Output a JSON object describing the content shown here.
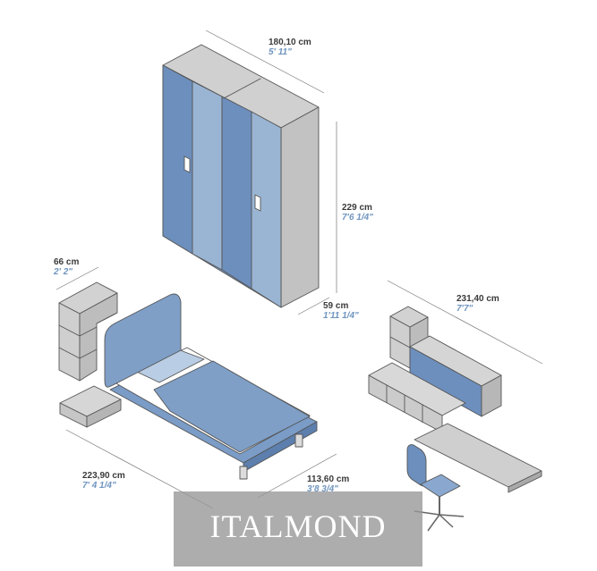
{
  "dimensions": {
    "wardrobe_width": {
      "metric": "180,10 cm",
      "imperial": "5' 11\""
    },
    "wardrobe_height": {
      "metric": "229 cm",
      "imperial": "7'6 1/4\""
    },
    "wardrobe_depth": {
      "metric": "59 cm",
      "imperial": "1'11 1/4\""
    },
    "shelf_width": {
      "metric": "66 cm",
      "imperial": "2' 2\""
    },
    "bed_length": {
      "metric": "223,90 cm",
      "imperial": "7' 4 1/4\""
    },
    "bed_width": {
      "metric": "113,60 cm",
      "imperial": "3'8 3/4\""
    },
    "desk_width": {
      "metric": "231,40 cm",
      "imperial": "7'7\""
    }
  },
  "watermark": {
    "text": "ITALMOND"
  },
  "colors": {
    "panel_blue": "#6f8fbc",
    "panel_light_blue": "#9fb8d4",
    "carcass_grey": "#c9c9c9",
    "carcass_dark": "#a9a9a9",
    "outline": "#4a4a4a",
    "dim_blue": "#6f94bf"
  }
}
